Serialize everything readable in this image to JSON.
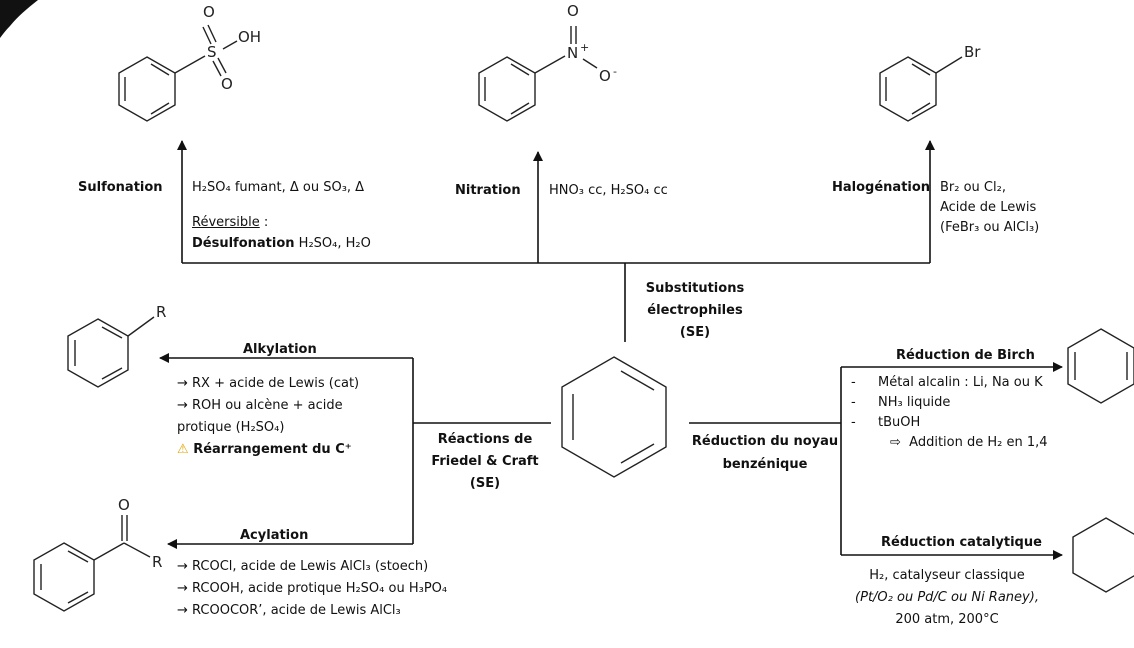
{
  "sulfonation": {
    "title": "Sulfonation",
    "conditions": "H₂SO₄ fumant, Δ ou SO₃, Δ",
    "reversible_label": "Réversible",
    "reversible_colon": " :",
    "desulfonation_label": "Désulfonation",
    "desulfonation_reagents": " H₂SO₄, H₂O"
  },
  "nitration": {
    "title": "Nitration",
    "conditions": "HNO₃ cc, H₂SO₄ cc"
  },
  "halogenation": {
    "title": "Halogénation",
    "conditions": [
      "Br₂ ou Cl₂,",
      "Acide de Lewis",
      "(FeBr₃ ou AlCl₃)"
    ]
  },
  "se": {
    "label": [
      "Substitutions",
      "électrophiles",
      "(SE)"
    ]
  },
  "friedel_craft": {
    "label": [
      "Réactions de",
      "Friedel & Craft",
      "(SE)"
    ],
    "alkylation": {
      "title": "Alkylation",
      "lines": [
        "→ RX + acide de Lewis (cat)",
        "→ ROH ou alcène + acide",
        "protique (H₂SO₄)"
      ],
      "warning_icon": "⚠",
      "warning": "Réarrangement du C⁺"
    },
    "acylation": {
      "title": "Acylation",
      "lines": [
        "→ RCOCl, acide de Lewis AlCl₃ (stoech)",
        "→ RCOOH, acide protique H₂SO₄ ou H₃PO₄",
        "→ RCOOCOR’, acide de Lewis AlCl₃"
      ]
    }
  },
  "reduction": {
    "label": [
      "Réduction du noyau",
      "benzénique"
    ],
    "birch": {
      "title": "Réduction de Birch",
      "lines": [
        {
          "dash": "-",
          "text": "Métal alcalin : Li, Na ou K"
        },
        {
          "dash": "-",
          "text": "NH₃ liquide"
        },
        {
          "dash": "-",
          "text": "tBuOH"
        }
      ],
      "result_arrow": "⇨",
      "result": "Addition de H₂ en 1,4"
    },
    "catalytic": {
      "title": "Réduction catalytique",
      "lines": [
        "H₂, catalyseur classique",
        "(Pt/O₂ ou Pd/C ou Ni Raney),",
        "200 atm, 200°C"
      ]
    }
  },
  "atoms": {
    "so3h": {
      "o_top": "O",
      "s": "S",
      "oh": "OH",
      "o_bottom": "O"
    },
    "no2": {
      "o_top": "O",
      "n": "N",
      "plus": "+",
      "o_right": "O",
      "minus": "-"
    },
    "br": "Br",
    "alkyl_r": "R",
    "acyl_o": "O",
    "acyl_r": "R"
  }
}
